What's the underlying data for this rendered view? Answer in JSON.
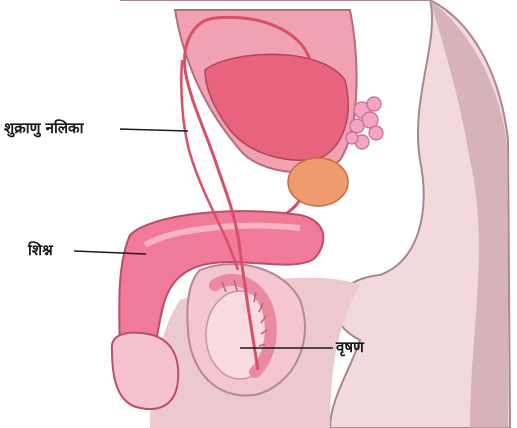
{
  "labels": {
    "sperm_duct": "शुक्राणु नलिका",
    "penis": "शिश्न",
    "testis": "वृषण"
  },
  "colors": {
    "skin": "#f2d9dc",
    "skin_shadow": "#c7a2a8",
    "bladder": "#e8647e",
    "prostate": "#ef9a6f",
    "seminal_vesicle": "#f3a6c4",
    "duct": "#d94f67",
    "penis_tissue": "#f07a98",
    "testis": "#f4c6cf",
    "epididymis": "#e98aa0"
  }
}
